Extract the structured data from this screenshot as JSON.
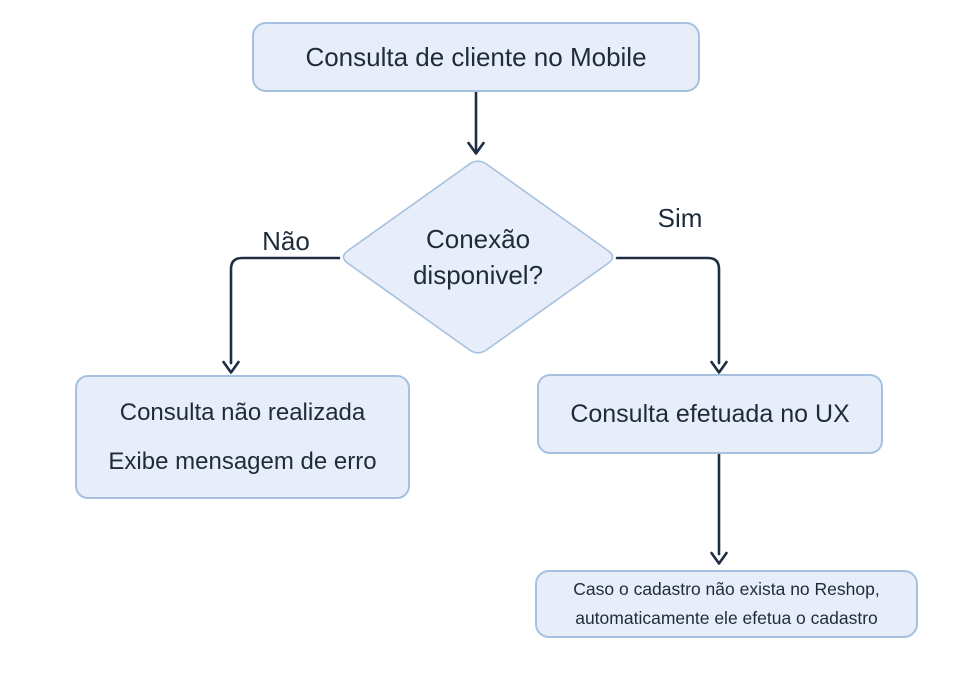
{
  "palette": {
    "background": "#ffffff",
    "node_fill": "#e7eef9",
    "node_border": "#a6c1e0",
    "text_color": "#1e2b3c",
    "line_color": "#202e44"
  },
  "nodes": {
    "start": {
      "label": "Consulta de cliente no Mobile"
    },
    "decision": {
      "line1": "Conexão",
      "line2": "disponivel?"
    },
    "no_result": {
      "line1": "Consulta não realizada",
      "line2": "Exibe mensagem de erro"
    },
    "yes_result": {
      "label": "Consulta efetuada no UX"
    },
    "register": {
      "line1": "Caso o cadastro não exista no Reshop,",
      "line2": "automaticamente ele efetua o cadastro"
    }
  },
  "edges": {
    "no_label": "Não",
    "yes_label": "Sim"
  }
}
